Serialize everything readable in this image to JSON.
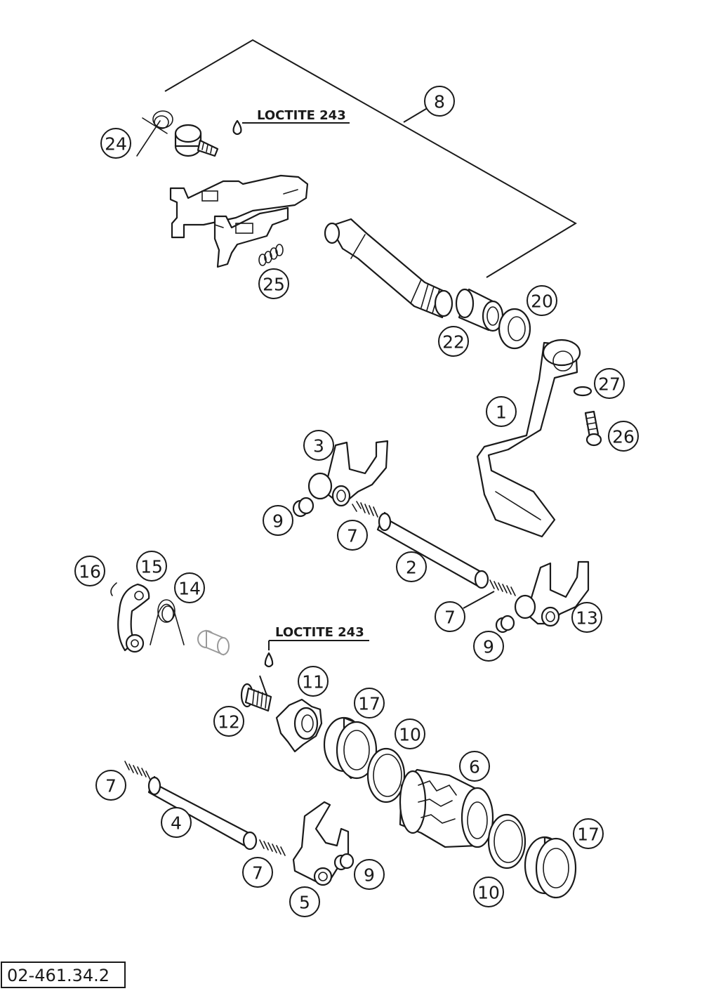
{
  "notes": {
    "loctite_top": "LOCTITE 243",
    "loctite_mid": "LOCTITE 243"
  },
  "drawing_code": "02-461.34.2",
  "callouts": {
    "c8": "8",
    "c24": "24",
    "c25": "25",
    "c22": "22",
    "c20": "20",
    "c27": "27",
    "c1": "1",
    "c26": "26",
    "c3": "3",
    "c9a": "9",
    "c7a": "7",
    "c2": "2",
    "c16": "16",
    "c15": "15",
    "c14": "14",
    "c7b": "7",
    "c13": "13",
    "c9b": "9",
    "c11": "11",
    "c12": "12",
    "c17a": "17",
    "c10a": "10",
    "c6": "6",
    "c7c": "7",
    "c4": "4",
    "c17b": "17",
    "c7d": "7",
    "c9c": "9",
    "c5": "5",
    "c10b": "10"
  },
  "colors": {
    "line": "#1a1a1a",
    "ghost": "#9a9a9a",
    "background": "#ffffff"
  }
}
